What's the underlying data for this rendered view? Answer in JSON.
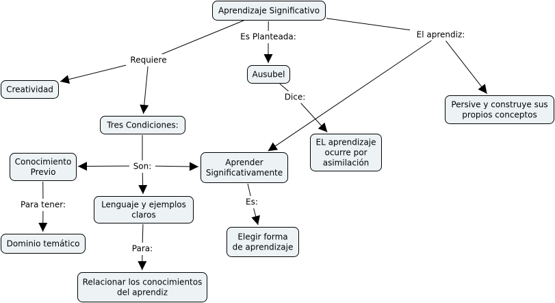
{
  "title": "Aprendizaje Significativo",
  "concepts": [
    {
      "id": "aprendizaje",
      "lines": [
        "Aprendizaje Significativo"
      ]
    },
    {
      "id": "creatividad",
      "lines": [
        "Creatividad"
      ]
    },
    {
      "id": "tres",
      "lines": [
        "Tres Condiciones:"
      ]
    },
    {
      "id": "ausubel",
      "lines": [
        "Ausubel"
      ]
    },
    {
      "id": "ocurre",
      "lines": [
        "EL aprendizaje",
        "ocurre por",
        "asimilación"
      ]
    },
    {
      "id": "persive",
      "lines": [
        "Persive y construye sus",
        "propios conceptos"
      ]
    },
    {
      "id": "conocimiento",
      "lines": [
        "Conocimiento",
        "Previo"
      ]
    },
    {
      "id": "aprender",
      "lines": [
        "Aprender",
        "Significativamente"
      ]
    },
    {
      "id": "lenguaje",
      "lines": [
        "Lenguaje y ejemplos",
        "claros"
      ]
    },
    {
      "id": "dominio",
      "lines": [
        "Dominio temático"
      ]
    },
    {
      "id": "elegir",
      "lines": [
        "Elegir forma",
        "de aprendizaje"
      ]
    },
    {
      "id": "relacionar",
      "lines": [
        "Relacionar los conocimientos",
        "del aprendiz"
      ]
    }
  ],
  "linking_phrases": [
    {
      "id": "requiere",
      "text": "Requiere"
    },
    {
      "id": "planteada",
      "text": "Es Planteada:"
    },
    {
      "id": "aprendiz",
      "text": "El aprendiz:"
    },
    {
      "id": "dice",
      "text": "Dice:"
    },
    {
      "id": "son",
      "text": "Son:"
    },
    {
      "id": "paratener",
      "text": "Para tener:"
    },
    {
      "id": "es",
      "text": "Es:"
    },
    {
      "id": "para",
      "text": "Para:"
    }
  ],
  "connections": [
    {
      "from": "aprendizaje",
      "to": "requiere"
    },
    {
      "from": "requiere",
      "to": "creatividad"
    },
    {
      "from": "requiere",
      "to": "tres"
    },
    {
      "from": "aprendizaje",
      "to": "planteada"
    },
    {
      "from": "planteada",
      "to": "ausubel"
    },
    {
      "from": "aprendizaje",
      "to": "aprendiz"
    },
    {
      "from": "aprendiz",
      "to": "persive"
    },
    {
      "from": "aprendiz",
      "to": "aprender"
    },
    {
      "from": "ausubel",
      "to": "dice"
    },
    {
      "from": "dice",
      "to": "ocurre"
    },
    {
      "from": "tres",
      "to": "son"
    },
    {
      "from": "son",
      "to": "conocimiento"
    },
    {
      "from": "son",
      "to": "aprender"
    },
    {
      "from": "son",
      "to": "lenguaje"
    },
    {
      "from": "conocimiento",
      "to": "paratener"
    },
    {
      "from": "paratener",
      "to": "dominio"
    },
    {
      "from": "aprender",
      "to": "es"
    },
    {
      "from": "es",
      "to": "elegir"
    },
    {
      "from": "lenguaje",
      "to": "para"
    },
    {
      "from": "para",
      "to": "relacionar"
    }
  ]
}
